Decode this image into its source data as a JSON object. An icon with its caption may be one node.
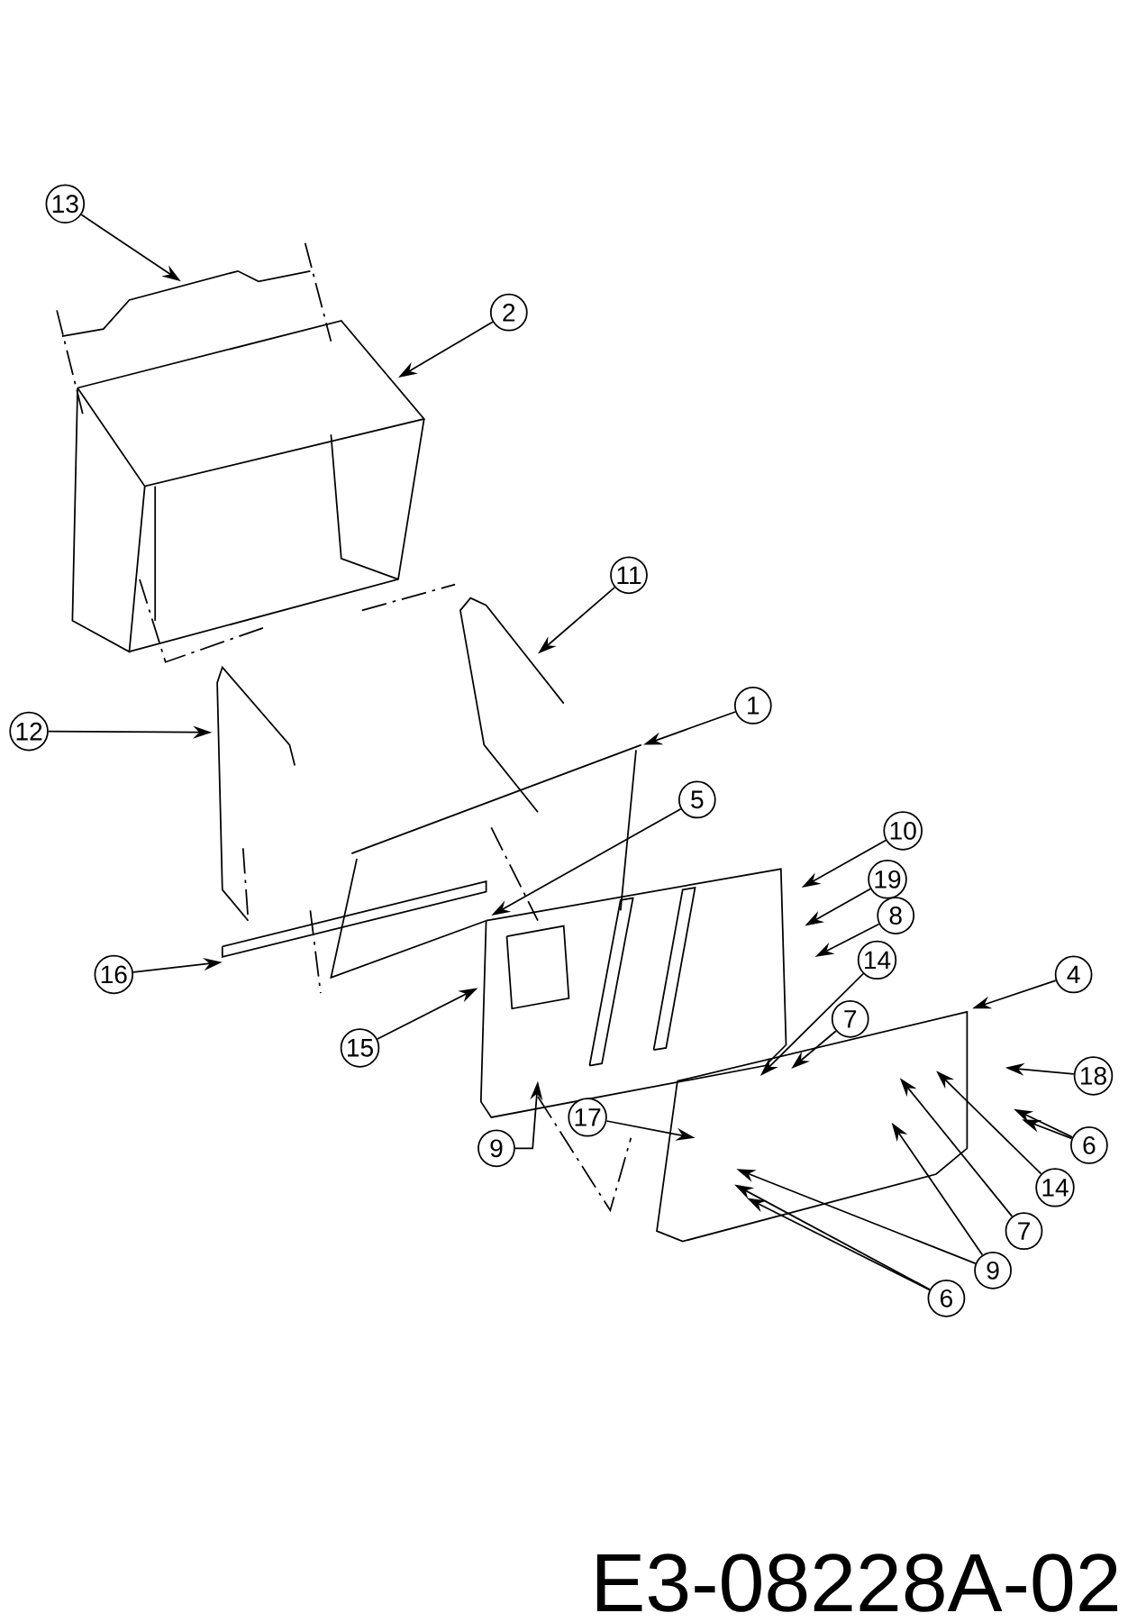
{
  "diagram": {
    "nodes": [
      {
        "text": [
          "13"
        ]
      },
      {
        "text": [
          "2"
        ]
      },
      {
        "text": [
          "11"
        ]
      },
      {
        "text": [
          "1"
        ]
      },
      {
        "text": [
          "12"
        ]
      },
      {
        "text": [
          "5"
        ]
      },
      {
        "text": [
          "10"
        ]
      },
      {
        "text": [
          "19"
        ]
      },
      {
        "text": [
          "8"
        ]
      },
      {
        "text": [
          "14"
        ]
      },
      {
        "text": [
          "4"
        ]
      },
      {
        "text": [
          "16"
        ]
      },
      {
        "text": [
          "7"
        ]
      },
      {
        "text": [
          "15"
        ]
      },
      {
        "text": [
          "18"
        ]
      },
      {
        "text": [
          "17"
        ]
      },
      {
        "text": [
          "6"
        ]
      },
      {
        "text": [
          "9"
        ]
      },
      {
        "text": [
          "14"
        ]
      },
      {
        "text": [
          "7"
        ]
      },
      {
        "text": [
          "9"
        ]
      },
      {
        "text": [
          "6"
        ]
      }
    ],
    "edges": [
      {
        "from": 0,
        "to": null,
        "arrow": "to"
      },
      {
        "from": 1,
        "to": null,
        "arrow": "to"
      },
      {
        "from": 2,
        "to": null,
        "arrow": "to"
      },
      {
        "from": 3,
        "to": null,
        "arrow": "to"
      },
      {
        "from": 4,
        "to": null,
        "arrow": "to"
      },
      {
        "from": 5,
        "to": null,
        "arrow": "to"
      },
      {
        "from": 6,
        "to": null,
        "arrow": "to"
      },
      {
        "from": 7,
        "to": null,
        "arrow": "to"
      },
      {
        "from": 8,
        "to": null,
        "arrow": "to"
      },
      {
        "from": 9,
        "to": null,
        "arrow": "to"
      },
      {
        "from": 10,
        "to": null,
        "arrow": "to"
      },
      {
        "from": 11,
        "to": null,
        "arrow": "to"
      },
      {
        "from": 12,
        "to": null,
        "arrow": "to"
      },
      {
        "from": 13,
        "to": null,
        "arrow": "to"
      },
      {
        "from": 14,
        "to": null,
        "arrow": "to"
      },
      {
        "from": 15,
        "to": null,
        "arrow": "to"
      },
      {
        "from": 16,
        "to": null,
        "arrow": "to"
      },
      {
        "from": 16,
        "to": null,
        "arrow": "to"
      },
      {
        "from": 17,
        "to": null,
        "arrow": "to"
      },
      {
        "from": 18,
        "to": null,
        "arrow": "to"
      },
      {
        "from": 19,
        "to": null,
        "arrow": "to"
      },
      {
        "from": 20,
        "to": null,
        "arrow": "to"
      },
      {
        "from": 20,
        "to": null,
        "arrow": "to"
      },
      {
        "from": 21,
        "to": null,
        "arrow": "to"
      },
      {
        "from": 21,
        "to": null,
        "arrow": "to"
      }
    ],
    "labels": [
      "E3-08228A-02"
    ]
  }
}
